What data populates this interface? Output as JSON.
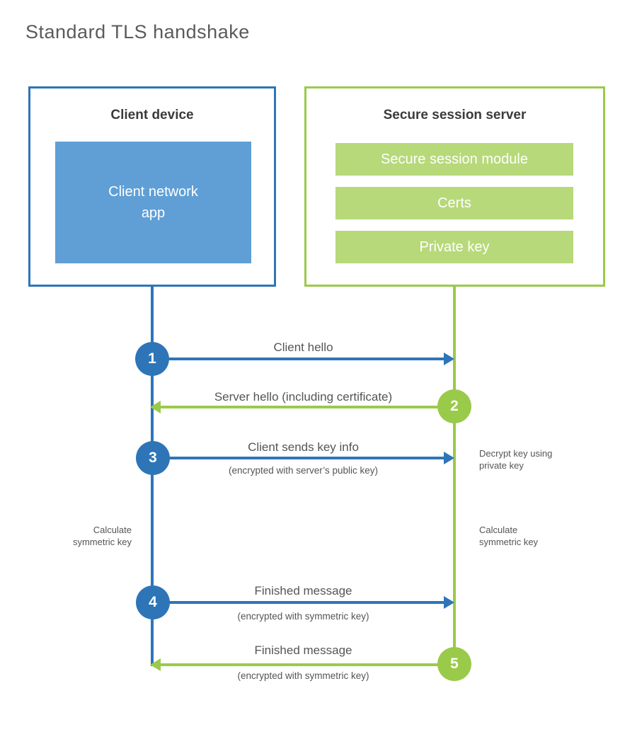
{
  "title": "Standard TLS handshake",
  "client": {
    "title": "Client device",
    "app_line1": "Client network",
    "app_line2": "app"
  },
  "server": {
    "title": "Secure session server",
    "modules": [
      "Secure session module",
      "Certs",
      "Private key"
    ]
  },
  "steps": [
    {
      "num": "1",
      "actor": "client",
      "direction": "right",
      "label": "Client hello",
      "sublabel": ""
    },
    {
      "num": "2",
      "actor": "server",
      "direction": "left",
      "label": "Server hello (including certificate)",
      "sublabel": ""
    },
    {
      "num": "3",
      "actor": "client",
      "direction": "right",
      "label": "Client sends key info",
      "sublabel": "(encrypted with server’s public key)"
    },
    {
      "num": "4",
      "actor": "client",
      "direction": "right",
      "label": "Finished message",
      "sublabel": "(encrypted with symmetric key)"
    },
    {
      "num": "5",
      "actor": "server",
      "direction": "left",
      "label": "Finished message",
      "sublabel": "(encrypted with symmetric key)"
    }
  ],
  "notes": {
    "decrypt": {
      "line1": "Decrypt key using",
      "line2": "private key"
    },
    "calc_left": {
      "line1": "Calculate",
      "line2": "symmetric key"
    },
    "calc_right": {
      "line1": "Calculate",
      "line2": "symmetric key"
    }
  },
  "colors": {
    "blue": "#2e75b8",
    "blue_light": "#5f9fd6",
    "green": "#9aca4a",
    "green_light": "#b7d97a",
    "text_gray": "#555555"
  }
}
